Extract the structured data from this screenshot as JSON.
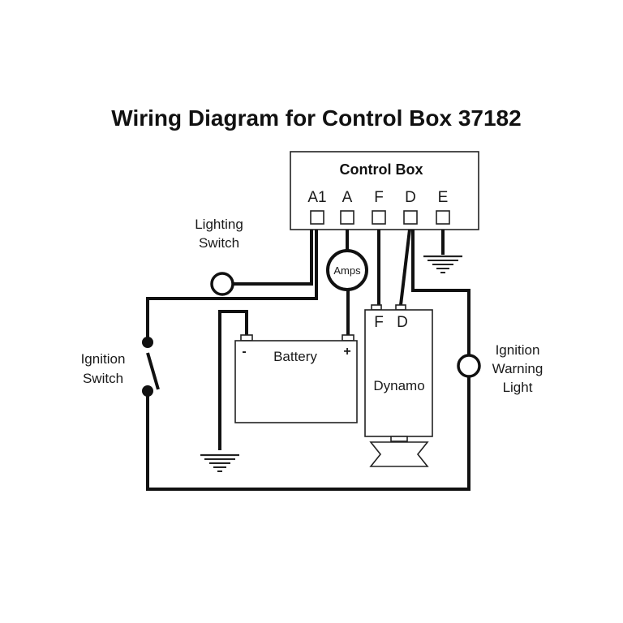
{
  "title": "Wiring Diagram for Control Box 37182",
  "control_box": {
    "label": "Control Box",
    "terminals": [
      "A1",
      "A",
      "F",
      "D",
      "E"
    ]
  },
  "components": {
    "lighting_switch": {
      "line1": "Lighting",
      "line2": "Switch"
    },
    "ammeter": {
      "label": "Amps"
    },
    "ignition_switch": {
      "line1": "Ignition",
      "line2": "Switch"
    },
    "battery": {
      "label": "Battery",
      "negative": "-",
      "positive": "+"
    },
    "dynamo": {
      "label": "Dynamo",
      "terminal_f": "F",
      "terminal_d": "D"
    },
    "warning_light": {
      "line1": "Ignition",
      "line2": "Warning",
      "line3": "Light"
    }
  },
  "colors": {
    "ink": "#111111",
    "background": "#ffffff"
  }
}
